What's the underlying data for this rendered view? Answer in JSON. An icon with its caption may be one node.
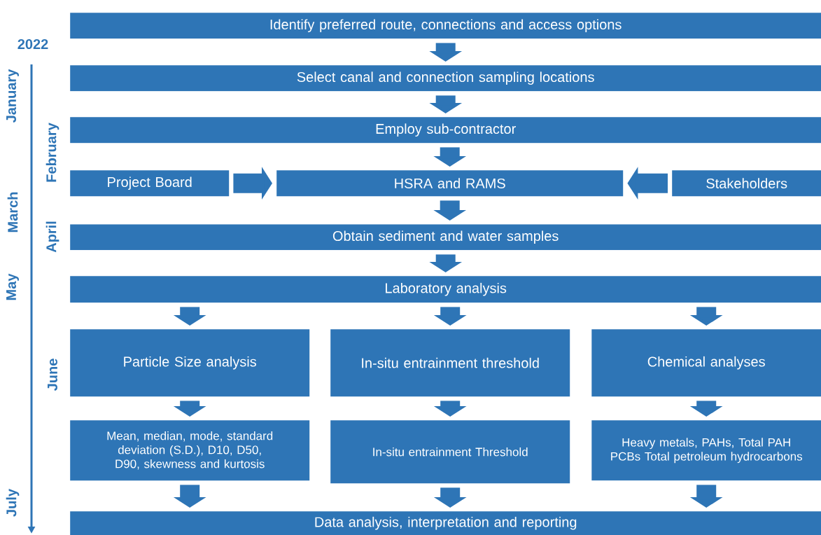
{
  "diagram": {
    "nodes": [
      {
        "text": [
          "Identify preferred route, connections and access options"
        ]
      },
      {
        "text": [
          "Select canal and connection sampling locations"
        ]
      },
      {
        "text": [
          "Employ sub-contractor"
        ]
      },
      {
        "text": [
          "Project Board"
        ]
      },
      {
        "text": [
          "HSRA and RAMS"
        ]
      },
      {
        "text": [
          "Stakeholders"
        ]
      },
      {
        "text": [
          "Obtain sediment and water samples"
        ]
      },
      {
        "text": [
          "Laboratory analysis"
        ]
      },
      {
        "text": [
          "Particle Size analysis"
        ]
      },
      {
        "text": [
          "In-situ entrainment threshold"
        ]
      },
      {
        "text": [
          "Chemical analyses"
        ]
      },
      {
        "text": [
          "Mean, median, mode, standard deviation (S.D.), D10, D50, D90, skewness and kurtosis"
        ]
      },
      {
        "text": [
          "In-situ entrainment Threshold"
        ]
      },
      {
        "text": [
          "Heavy metals, PAHs, Total PAH PCBs Total petroleum hydrocarbons"
        ]
      },
      {
        "text": [
          "Data analysis, interpretation and reporting"
        ]
      }
    ],
    "edges": [
      {
        "from": 0,
        "to": 1,
        "arrow": "to"
      },
      {
        "from": 1,
        "to": 2,
        "arrow": "to"
      },
      {
        "from": 2,
        "to": 4,
        "arrow": "to"
      },
      {
        "from": 3,
        "to": 4,
        "arrow": "to"
      },
      {
        "from": 5,
        "to": 4,
        "arrow": "to"
      },
      {
        "from": 4,
        "to": 6,
        "arrow": "to"
      },
      {
        "from": 6,
        "to": 7,
        "arrow": "to"
      },
      {
        "from": 7,
        "to": 8,
        "arrow": "to"
      },
      {
        "from": 7,
        "to": 9,
        "arrow": "to"
      },
      {
        "from": 7,
        "to": 10,
        "arrow": "to"
      },
      {
        "from": 8,
        "to": 11,
        "arrow": "to"
      },
      {
        "from": 9,
        "to": 12,
        "arrow": "to"
      },
      {
        "from": 10,
        "to": 13,
        "arrow": "to"
      },
      {
        "from": 11,
        "to": 14,
        "arrow": "to"
      },
      {
        "from": 12,
        "to": 14,
        "arrow": "to"
      },
      {
        "from": 13,
        "to": 14,
        "arrow": "to"
      }
    ],
    "labels": [
      "2022",
      "January",
      "February",
      "March",
      "April",
      "May",
      "June",
      "July"
    ]
  }
}
